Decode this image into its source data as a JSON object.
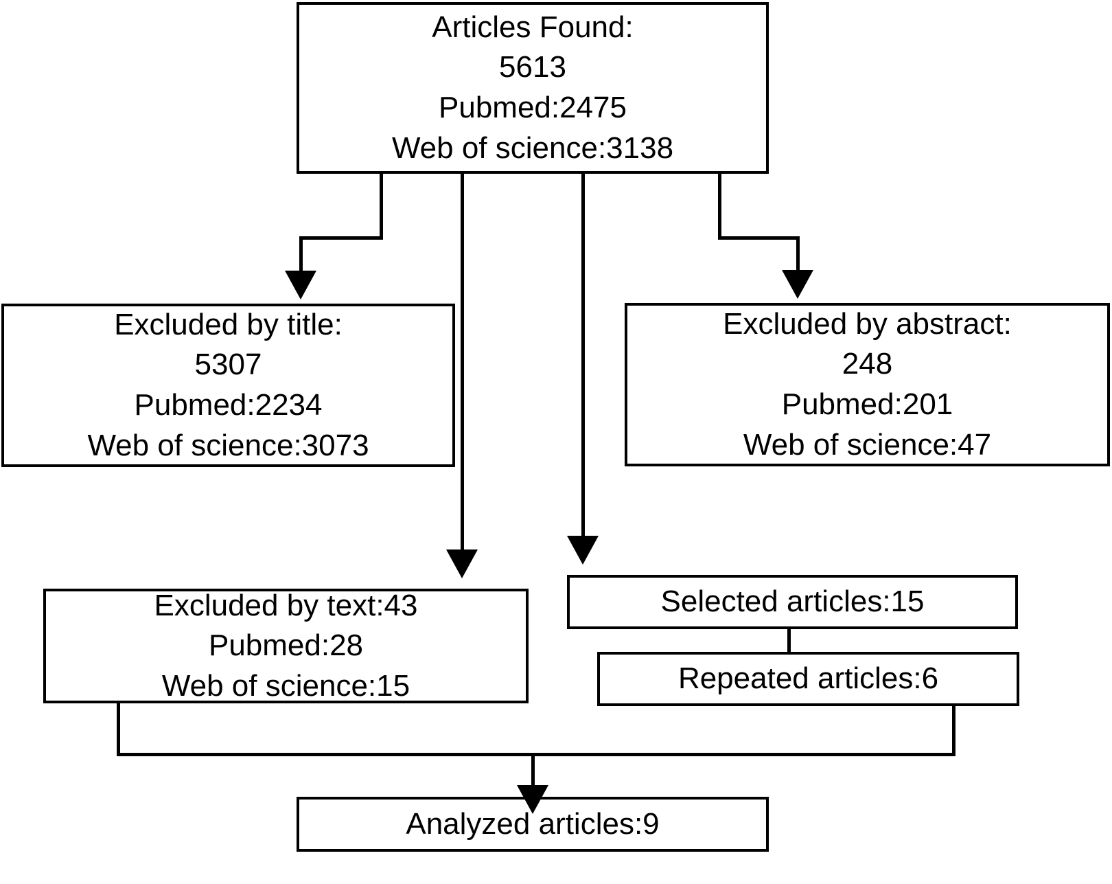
{
  "diagram": {
    "title": "PRISMA-style article selection flowchart",
    "style": {
      "line_color": "#000000",
      "box_fill": "#ffffff",
      "text_color": "#000000"
    },
    "nodes": {
      "articles_found": {
        "name": "Articles Found",
        "lines": [
          "Articles Found:",
          "5613",
          "Pubmed:2475",
          "Web of science:3138"
        ],
        "line1": "Articles Found:",
        "line2": "5613",
        "line3": "Pubmed:2475",
        "line4": "Web of science:3138",
        "total": 5613,
        "pubmed": 2475,
        "web_of_science": 3138
      },
      "excluded_by_title": {
        "name": "Excluded by title",
        "lines": [
          "Excluded by title:",
          "5307",
          "Pubmed:2234",
          "Web of science:3073"
        ],
        "line1": "Excluded by title:",
        "line2": "5307",
        "line3": "Pubmed:2234",
        "line4": "Web of science:3073",
        "total": 5307,
        "pubmed": 2234,
        "web_of_science": 3073
      },
      "excluded_by_abstract": {
        "name": "Excluded by abstract",
        "lines": [
          "Excluded by abstract:",
          "248",
          "Pubmed:201",
          "Web of science:47"
        ],
        "line1": "Excluded by abstract:",
        "line2": "248",
        "line3": "Pubmed:201",
        "line4": "Web of science:47",
        "total": 248,
        "pubmed": 201,
        "web_of_science": 47
      },
      "excluded_by_text": {
        "name": "Excluded by text",
        "lines": [
          "Excluded by text:43",
          "Pubmed:28",
          "Web of science:15"
        ],
        "line1": "Excluded by text:43",
        "line2": "Pubmed:28",
        "line3": "Web of science:15",
        "total": 43,
        "pubmed": 28,
        "web_of_science": 15
      },
      "selected_articles": {
        "name": "Selected articles",
        "line1": "Selected articles:15",
        "total": 15
      },
      "repeated_articles": {
        "name": "Repeated articles",
        "line1": "Repeated articles:6",
        "total": 6
      },
      "analyzed_articles": {
        "name": "Analyzed articles",
        "line1": "Analyzed articles:9",
        "total": 9
      }
    },
    "edges": [
      {
        "from": "articles_found",
        "to": "excluded_by_title",
        "arrow": true
      },
      {
        "from": "articles_found",
        "to": "excluded_by_text",
        "arrow": true
      },
      {
        "from": "articles_found",
        "to": "selected_articles",
        "arrow": true
      },
      {
        "from": "articles_found",
        "to": "excluded_by_abstract",
        "arrow": true
      },
      {
        "from": "selected_articles",
        "to": "repeated_articles",
        "arrow": false
      },
      {
        "from": "excluded_by_text",
        "to": "analyzed_articles",
        "arrow": true
      },
      {
        "from": "repeated_articles",
        "to": "analyzed_articles",
        "arrow": true
      }
    ]
  }
}
